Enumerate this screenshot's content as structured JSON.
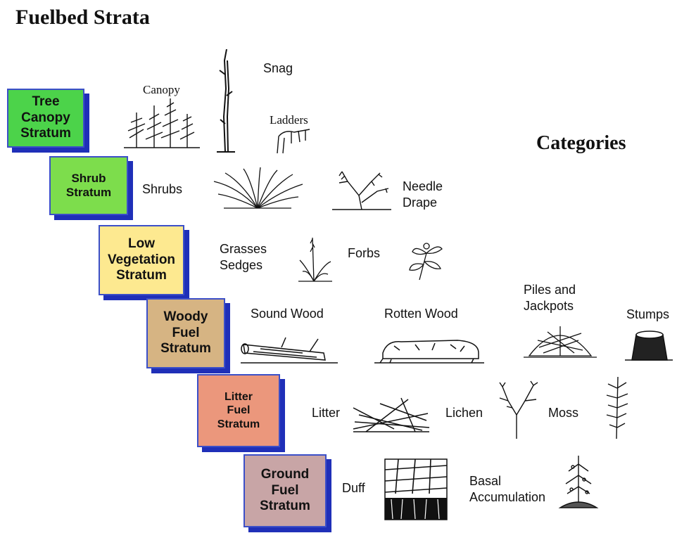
{
  "title": "Fuelbed Strata",
  "categories_title": "Categories",
  "strata": [
    {
      "label": "Tree\nCanopy\nStratum",
      "color": "#4cd34a"
    },
    {
      "label": "Shrub\nStratum",
      "color": "#7ddd4c"
    },
    {
      "label": "Low\nVegetation\nStratum",
      "color": "#fde990"
    },
    {
      "label": "Woody\nFuel\nStratum",
      "color": "#d6b483"
    },
    {
      "label": "Litter\nFuel\nStratum",
      "color": "#eb977c"
    },
    {
      "label": "Ground\nFuel\nStratum",
      "color": "#c8a5a6"
    }
  ],
  "categories": {
    "canopy": "Canopy",
    "snag": "Snag",
    "ladders": "Ladders",
    "shrubs": "Shrubs",
    "needle_drape": "Needle\nDrape",
    "grasses_sedges": "Grasses\nSedges",
    "forbs": "Forbs",
    "sound_wood": "Sound Wood",
    "rotten_wood": "Rotten Wood",
    "piles_jackpots": "Piles and\nJackpots",
    "stumps": "Stumps",
    "litter": "Litter",
    "lichen": "Lichen",
    "moss": "Moss",
    "duff": "Duff",
    "basal_accumulation": "Basal\nAccumulation"
  },
  "box_border_color": "#3b4fc8",
  "box_shadow_color": "#1f2fb8"
}
